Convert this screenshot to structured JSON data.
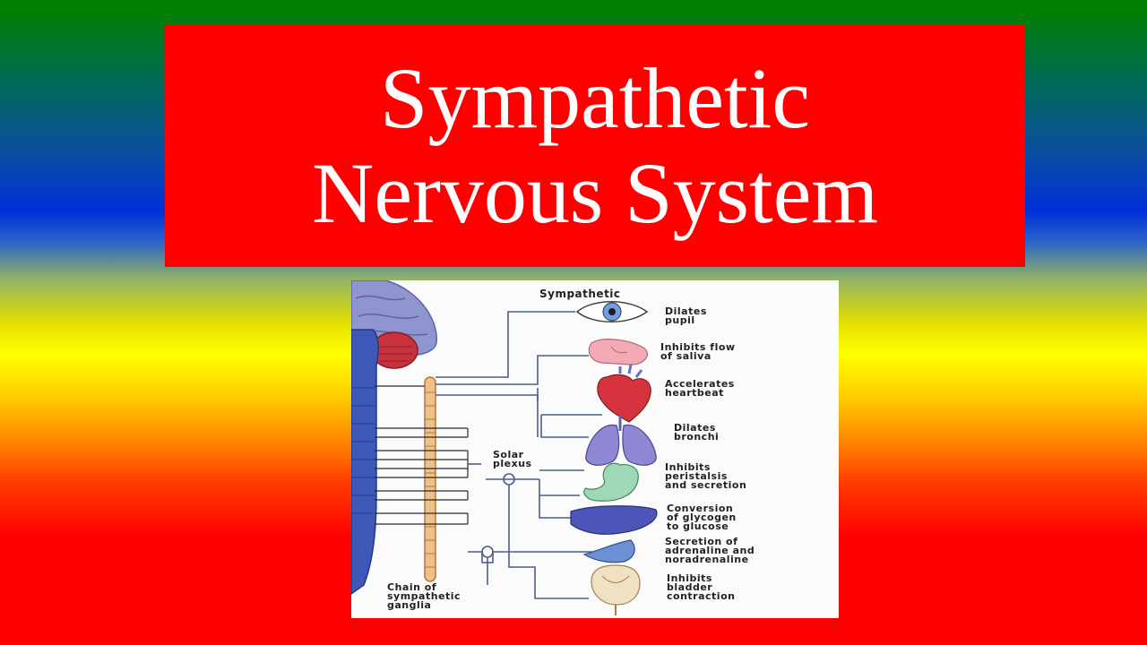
{
  "title": {
    "line1": "Sympathetic",
    "line2": "Nervous System"
  },
  "diagram": {
    "heading": "Sympathetic",
    "solar_plexus": "Solar\nplexus",
    "chain_label": "Chain of\nsympathetic\nganglia",
    "effects": [
      {
        "organ": "eye",
        "text": "Dilates\npupil"
      },
      {
        "organ": "salivary-gland",
        "text": "Inhibits flow\nof saliva"
      },
      {
        "organ": "heart",
        "text": "Accelerates\nheartbeat"
      },
      {
        "organ": "lungs",
        "text": "Dilates\nbronchi"
      },
      {
        "organ": "stomach",
        "text": "Inhibits\nperistalsis\nand secretion"
      },
      {
        "organ": "liver",
        "text": "Conversion\nof glycogen\nto glucose"
      },
      {
        "organ": "adrenal-gland",
        "text": "Secretion of\nadrenaline and\nnoradrenaline"
      },
      {
        "organ": "bladder",
        "text": "Inhibits\nbladder\ncontraction"
      }
    ],
    "colors": {
      "brain": "#7f87c6",
      "cerebellum": "#c8323c",
      "spinal_cord": "#3e58b8",
      "ganglia_chain": "#f0c08a",
      "nerve_line": "#4a5c8a"
    }
  }
}
